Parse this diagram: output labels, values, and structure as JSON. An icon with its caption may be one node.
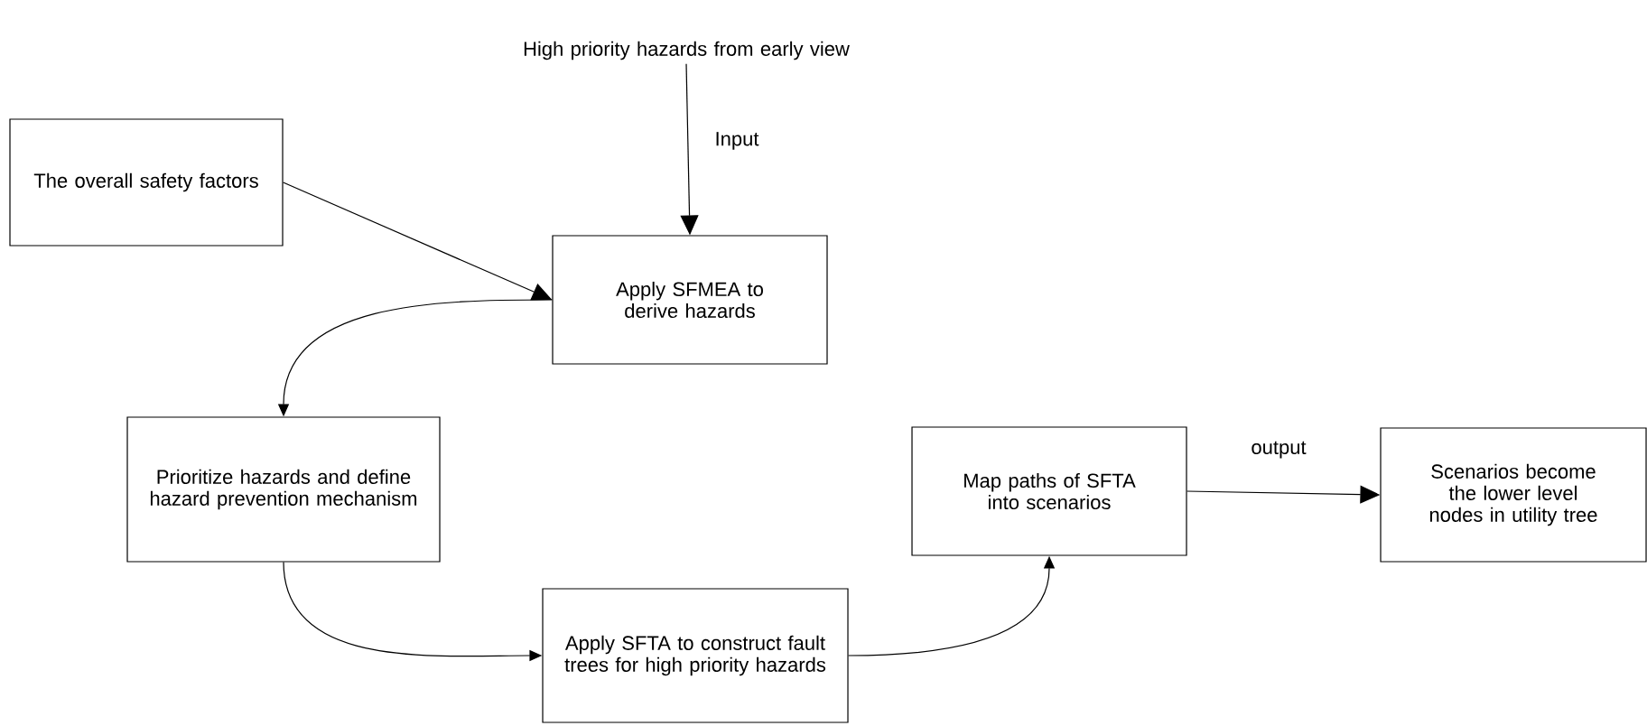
{
  "diagram": {
    "nodes": [
      {
        "text": [
          "High priority hazards from early view"
        ]
      },
      {
        "text": [
          "The overall safety factors"
        ]
      },
      {
        "text": [
          "Apply SFMEA to derive hazards"
        ]
      },
      {
        "text": [
          "Prioritize hazards and define hazard prevention mechanism"
        ]
      },
      {
        "text": [
          "Apply SFTA to construct fault trees for high priority hazards"
        ]
      },
      {
        "text": [
          "Map paths of SFTA into scenarios"
        ]
      },
      {
        "text": [
          "Scenarios become the lower level nodes in utility tree"
        ]
      }
    ],
    "edges": [
      {
        "from": 0,
        "to": 2,
        "arrow": "to",
        "label": "Input"
      },
      {
        "from": 1,
        "to": 2,
        "arrow": "to"
      },
      {
        "from": 2,
        "to": 3,
        "arrow": "to"
      },
      {
        "from": 3,
        "to": 4,
        "arrow": "to"
      },
      {
        "from": 4,
        "to": 5,
        "arrow": "to"
      },
      {
        "from": 5,
        "to": 6,
        "arrow": "to",
        "label": "output"
      }
    ]
  }
}
